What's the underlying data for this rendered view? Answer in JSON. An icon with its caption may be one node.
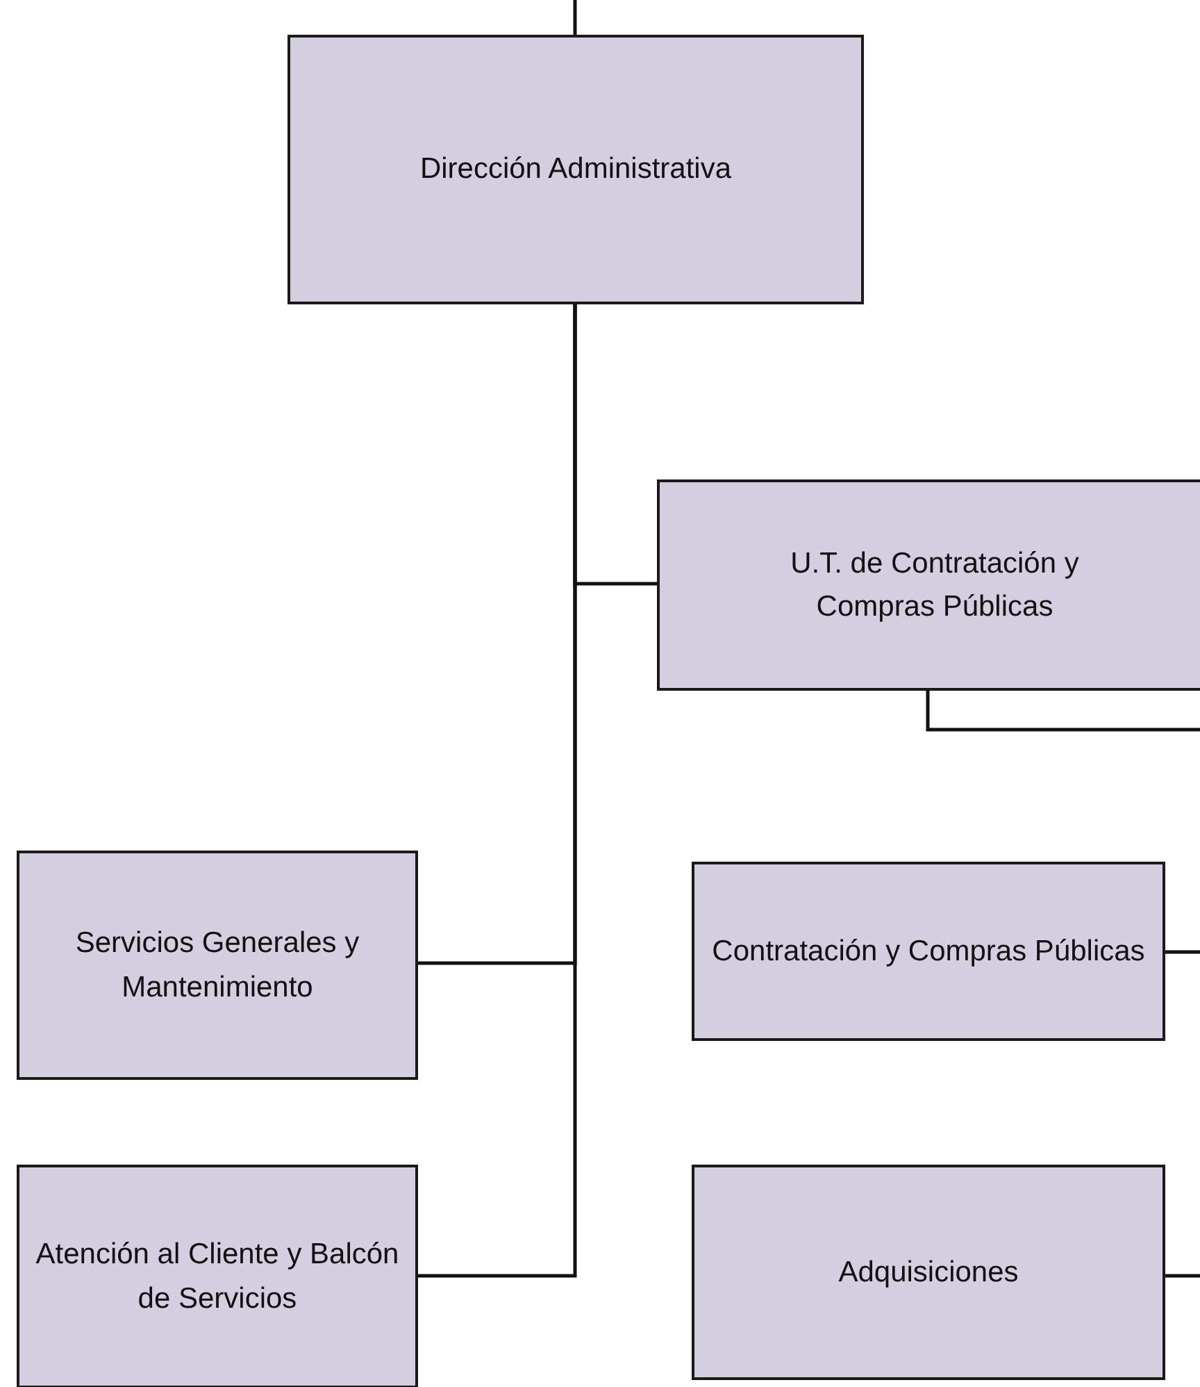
{
  "diagram": {
    "nodes": [
      {
        "text": [
          "Dirección Administrativa"
        ]
      },
      {
        "text": [
          "U.T. de Contratación y Compras Públicas"
        ]
      },
      {
        "text": [
          "Servicios Generales y Mantenimiento"
        ]
      },
      {
        "text": [
          "Atención al Cliente y Balcón de Servicios"
        ]
      },
      {
        "text": [
          "Contratación y Compras Públicas"
        ]
      },
      {
        "text": [
          "Adquisiciones"
        ]
      }
    ],
    "edges": [
      {
        "from": null,
        "to": 0,
        "arrow": "none"
      },
      {
        "from": 0,
        "to": 1,
        "arrow": "none"
      },
      {
        "from": 0,
        "to": 2,
        "arrow": "none"
      },
      {
        "from": 0,
        "to": 3,
        "arrow": "none"
      },
      {
        "from": 1,
        "to": null,
        "arrow": "none"
      },
      {
        "from": null,
        "to": 4,
        "arrow": "none"
      },
      {
        "from": null,
        "to": 5,
        "arrow": "none"
      }
    ]
  }
}
